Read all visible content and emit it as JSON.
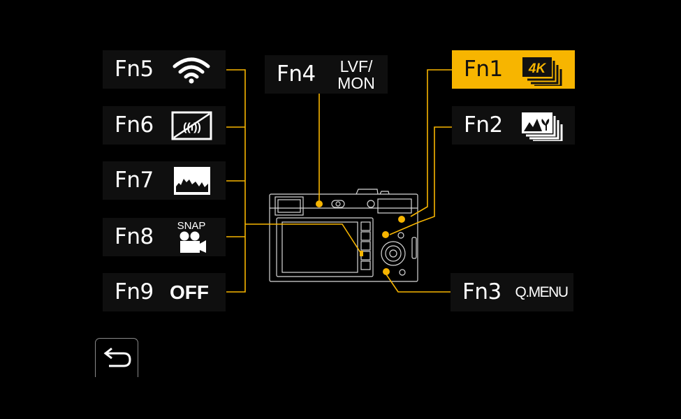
{
  "colors": {
    "background": "#000000",
    "button_bg": "#0f0f0f",
    "selected_bg": "#f7b500",
    "connector": "#f7b500"
  },
  "buttons": {
    "fn1": {
      "label": "Fn1",
      "icon": "4k-burst-icon",
      "selected": true
    },
    "fn2": {
      "label": "Fn2",
      "icon": "post-focus-icon"
    },
    "fn3": {
      "label": "Fn3",
      "text": "Q.MENU"
    },
    "fn4": {
      "label": "Fn4",
      "text_line1": "LVF/",
      "text_line2": "MON"
    },
    "fn5": {
      "label": "Fn5",
      "icon": "wifi-icon"
    },
    "fn6": {
      "label": "Fn6",
      "icon": "monitor-off-icon",
      "icon_text": "((ı))"
    },
    "fn7": {
      "label": "Fn7",
      "icon": "histogram-icon"
    },
    "fn8": {
      "label": "Fn8",
      "icon_text": "SNAP",
      "icon": "snap-movie-icon"
    },
    "fn9": {
      "label": "Fn9",
      "text": "OFF"
    }
  },
  "icons": {
    "badge_4k": "4K"
  },
  "back_button": {
    "icon": "return-arrow-icon"
  }
}
